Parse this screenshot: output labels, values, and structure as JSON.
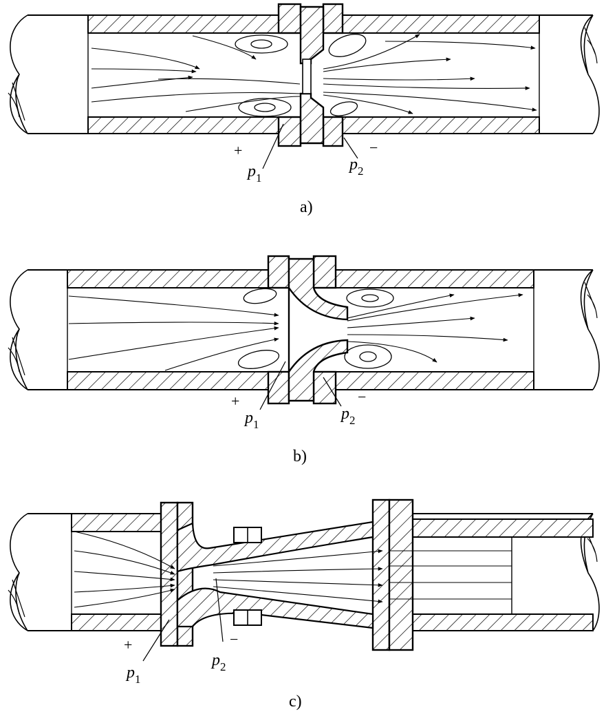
{
  "panels": [
    {
      "id": "a",
      "caption": "a)",
      "plus": "+",
      "minus": "−",
      "p1": {
        "base": "p",
        "sub": "1"
      },
      "p2": {
        "base": "p",
        "sub": "2"
      }
    },
    {
      "id": "b",
      "caption": "b)",
      "plus": "+",
      "minus": "−",
      "p1": {
        "base": "p",
        "sub": "1"
      },
      "p2": {
        "base": "p",
        "sub": "2"
      }
    },
    {
      "id": "c",
      "caption": "c)",
      "plus": "+",
      "minus": "−",
      "p1": {
        "base": "p",
        "sub": "1"
      },
      "p2": {
        "base": "p",
        "sub": "2"
      }
    }
  ]
}
